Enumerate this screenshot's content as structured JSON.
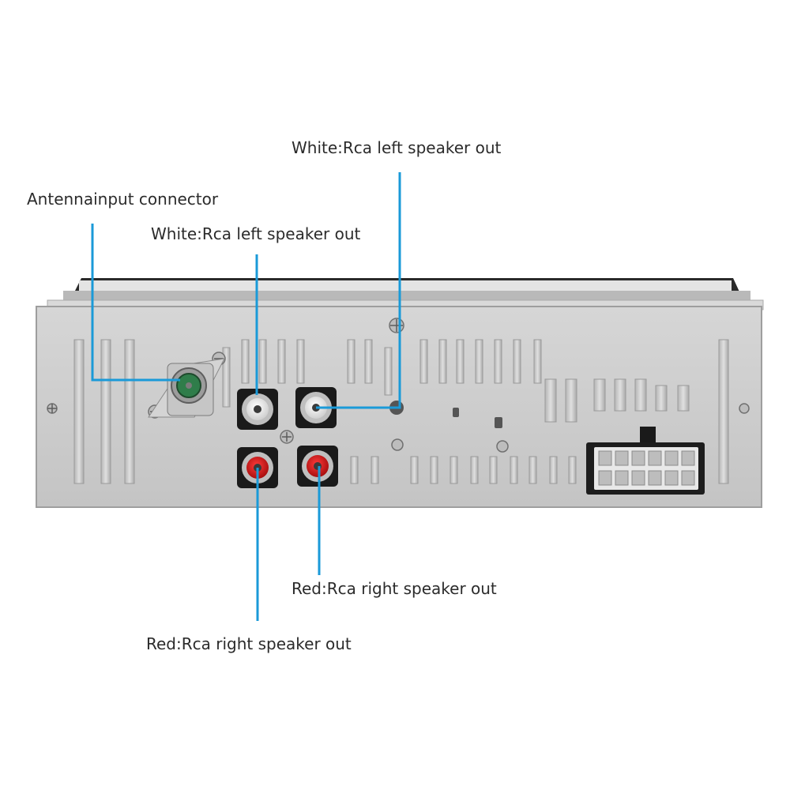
{
  "labels": {
    "antenna": "Antennainput connector",
    "white_top": "White:Rca left speaker out",
    "white_mid": "White:Rca left speaker out",
    "red_right": "Red:Rca right speaker out",
    "red_bottom": "Red:Rca right speaker out"
  },
  "colors": {
    "leader_line": "#1a9ad8",
    "chassis": "#c9c9c9",
    "text": "#2b2b2b",
    "rca_white": "#f2f2f2",
    "rca_red": "#d11f1f",
    "antenna_insulator": "#2f7d4a"
  },
  "icons": {
    "antenna_connector": "antenna-connector-icon",
    "rca_jack_white": "rca-white-jack-icon",
    "rca_jack_red": "rca-red-jack-icon",
    "wiring_harness": "wiring-harness-icon"
  }
}
